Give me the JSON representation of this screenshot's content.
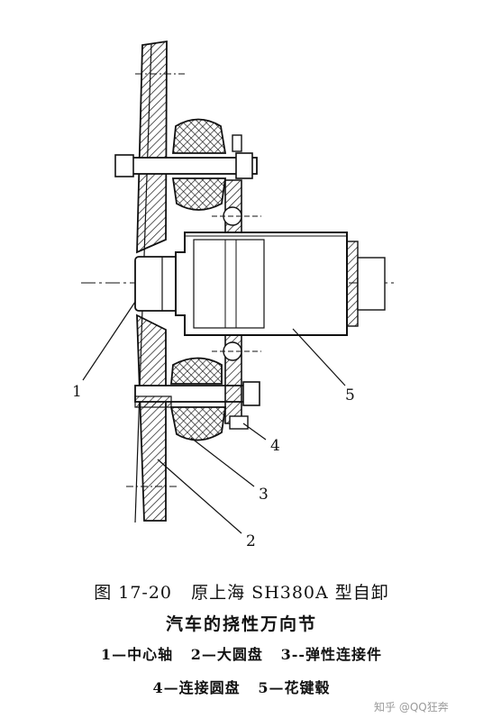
{
  "figure": {
    "caption_line1": "图 17-20   原上海 SH380A 型自卸",
    "caption_line2": "汽车的挠性万向节",
    "legend_line1": "1—中心轴   2—大圆盘   3--弹性连接件",
    "legend_line2": "4—连接圆盘   5—花键毂"
  },
  "callouts": [
    "1",
    "2",
    "3",
    "4",
    "5"
  ],
  "watermark": "知乎 @QQ狂奔",
  "colors": {
    "ink": "#111111",
    "paper": "#ffffff",
    "watermark": "#9a9a9a"
  }
}
